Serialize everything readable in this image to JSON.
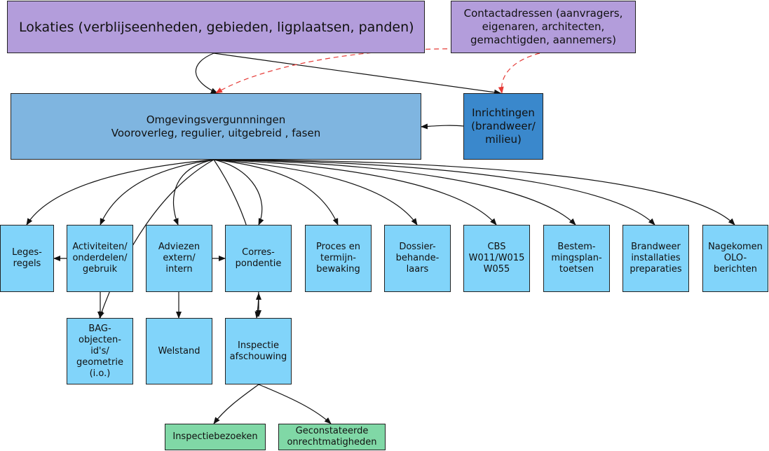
{
  "nodes": {
    "lokaties": "Lokaties  (verblijseenheden, gebieden, ligplaatsen, panden)",
    "contactadressen": "Contactadressen (aanvragers,\neigenaren, architecten,\ngemachtigden, aannemers)",
    "omgevingsvergunningen": "Omgevingsvergunnningen\nVooroverleg, regulier, uitgebreid , fasen",
    "inrichtingen": "Inrichtingen\n(brandweer/\nmilieu)",
    "legesregels": "Leges-\nregels",
    "activiteiten": "Activiteiten/\nonderdelen/\ngebruik",
    "adviezen": "Adviezen\nextern/\nintern",
    "correspondentie": "Corres-\npondentie",
    "proces": "Proces en\ntermijn-\nbewaking",
    "dossierbehandelaars": "Dossier-\nbehande-\nlaars",
    "cbs": "CBS\nW011/W015\nW055",
    "bestemmingsplan": "Bestem-\nmingsplan-\ntoetsen",
    "brandweer": "Brandweer\ninstallaties\npreparaties",
    "nagekomen": "Nagekomen\nOLO-\nberichten",
    "bag": "BAG-\nobjecten-\nid's/\ngeometrie\n(i.o.)",
    "welstand": "Welstand",
    "inspectie": "Inspectie\nafschouwing",
    "inspectiebezoeken": "Inspectiebezoeken",
    "onrechtmatigheden": "Geconstateerde\nonrechtmatigheden"
  },
  "colors": {
    "entity_purple": "#b39ddb",
    "main_box": "#7fb5e0",
    "inrichtingen_box": "#3a88cc",
    "sub_box": "#81d4fa",
    "leaf_box": "#80d8a6",
    "dashed_link": "#e53935"
  }
}
